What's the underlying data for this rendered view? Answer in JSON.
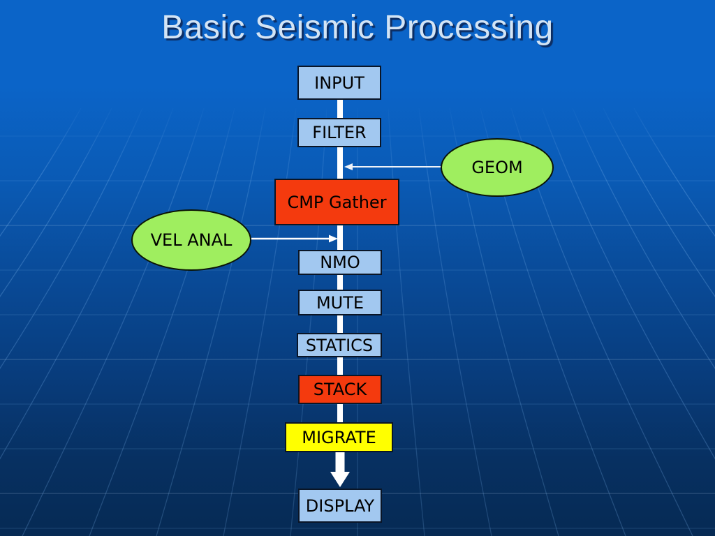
{
  "title": "Basic Seismic Processing",
  "flowchart": {
    "direction": "top-to-bottom",
    "nodes": [
      {
        "id": "input",
        "label": "INPUT",
        "style": "blue"
      },
      {
        "id": "filter",
        "label": "FILTER",
        "style": "blue"
      },
      {
        "id": "cmp-gather",
        "label": "CMP Gather",
        "style": "red"
      },
      {
        "id": "nmo",
        "label": "NMO",
        "style": "blue"
      },
      {
        "id": "mute",
        "label": "MUTE",
        "style": "blue"
      },
      {
        "id": "statics",
        "label": "STATICS",
        "style": "blue"
      },
      {
        "id": "stack",
        "label": "STACK",
        "style": "red"
      },
      {
        "id": "migrate",
        "label": "MIGRATE",
        "style": "yellow"
      },
      {
        "id": "display",
        "label": "DISPLAY",
        "style": "blue"
      }
    ],
    "annotations": [
      {
        "id": "geom",
        "label": "GEOM",
        "shape": "ellipse",
        "style": "green",
        "side": "right",
        "arrow_points_to": "main flow between FILTER and CMP Gather"
      },
      {
        "id": "vel-anal",
        "label": "VEL ANAL",
        "shape": "ellipse",
        "style": "green",
        "side": "left",
        "arrow_points_to": "main flow between CMP Gather and NMO"
      }
    ],
    "connectors": {
      "main_line": {
        "from": "INPUT",
        "to": "MIGRATE",
        "style": "thick white line"
      },
      "final_arrow": {
        "from": "MIGRATE",
        "to": "DISPLAY",
        "style": "thick white arrow"
      }
    }
  },
  "colors": {
    "bg_top": "#0b64c8",
    "bg_mid": "#094a97",
    "bg_bottom": "#062a54",
    "grid_line": "#7ab2ec",
    "box_blue": "#a2c8f0",
    "box_red": "#f43a0e",
    "box_yellow": "#ffff00",
    "ellipse_green": "#9fee5f",
    "box_border": "#0a1526",
    "connector_white": "#ffffff",
    "title_color": "#d3e4f5",
    "title_shadow": "#0d2d62"
  }
}
